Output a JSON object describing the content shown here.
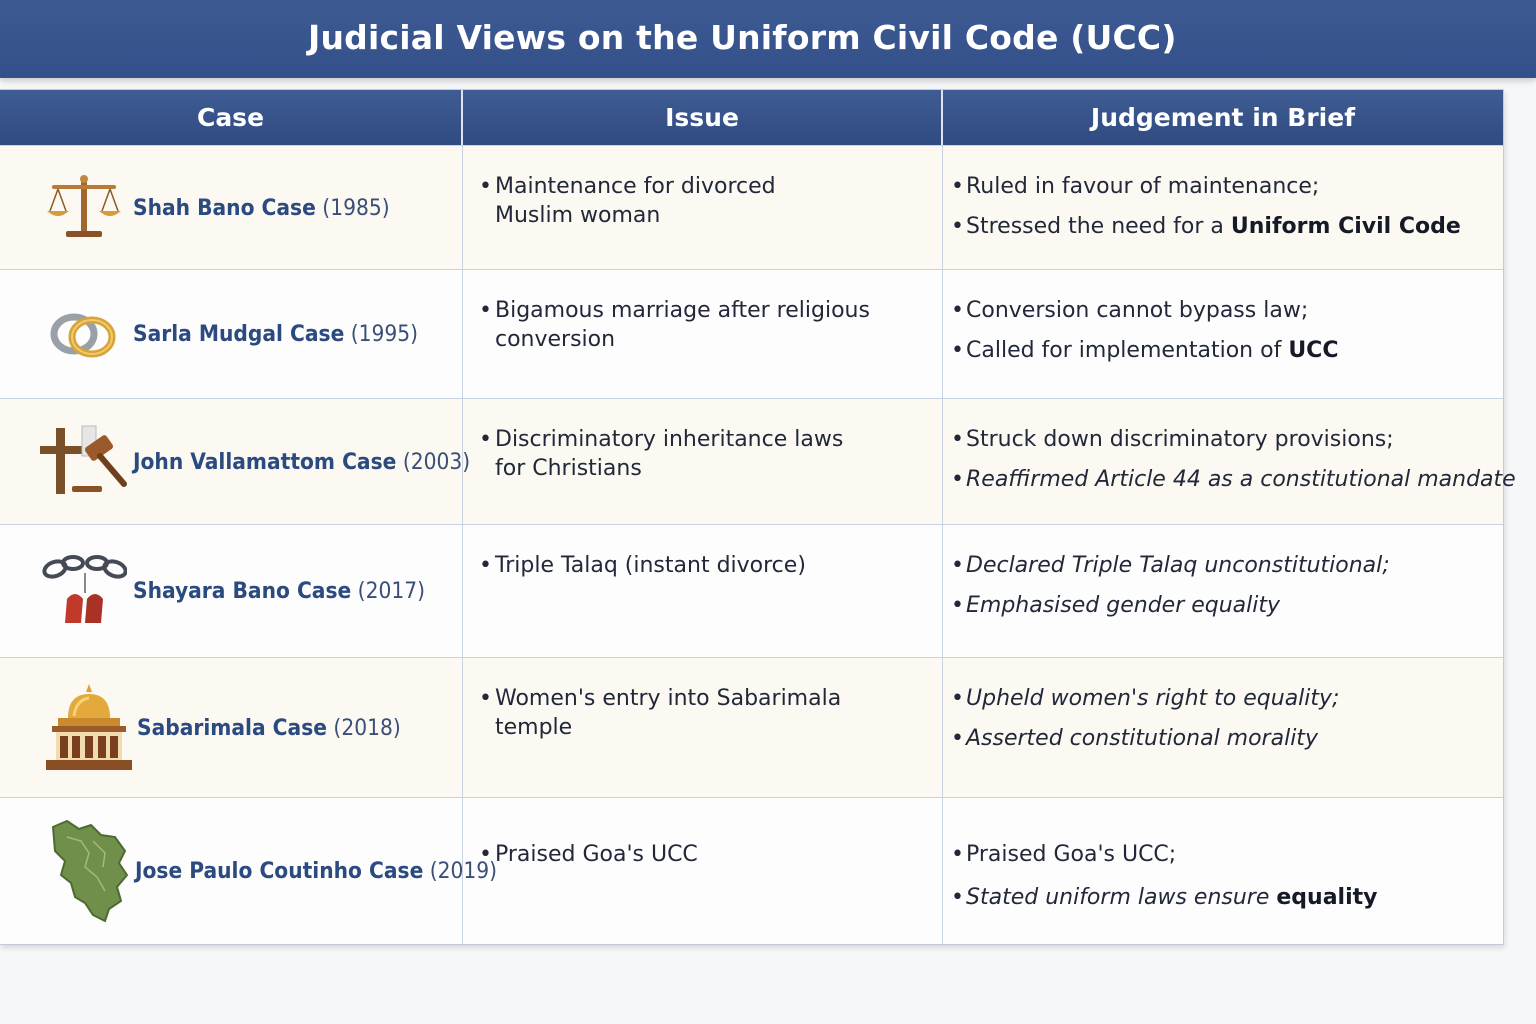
{
  "title": "Judicial Views on the Uniform Civil Code (UCC)",
  "table": {
    "headers": [
      "Case",
      "Issue",
      "Judgement in Brief"
    ],
    "rows": [
      {
        "icon": "scales-of-justice-icon",
        "case_name": "Shah Bano Case",
        "year": "(1985)",
        "issue": [
          "Maintenance for divorced",
          "Muslim woman"
        ],
        "judgement": [
          {
            "pre": "Ruled in favour of maintenance;",
            "bold": "",
            "post": ""
          },
          {
            "pre": "Stressed the need for a ",
            "bold": "Uniform Civil Code",
            "post": ""
          }
        ]
      },
      {
        "icon": "wedding-rings-icon",
        "case_name": "Sarla Mudgal Case",
        "year": "(1995)",
        "issue": [
          "Bigamous marriage after religious",
          "conversion"
        ],
        "judgement": [
          {
            "pre": "Conversion cannot bypass law;",
            "bold": "",
            "post": ""
          },
          {
            "pre": "Called for implementation of ",
            "bold": "UCC",
            "post": ""
          }
        ]
      },
      {
        "icon": "cross-and-gavel-icon",
        "case_name": "John Vallamattom Case",
        "year": "(2003)",
        "issue": [
          "Discriminatory inheritance laws",
          "for Christians"
        ],
        "judgement": [
          {
            "pre": "Struck down discriminatory provisions;",
            "bold": "",
            "post": ""
          },
          {
            "pre": "Reaffirmed Article 44 as a constitutional mandate",
            "bold": "",
            "post": ""
          }
        ]
      },
      {
        "icon": "broken-chain-icon",
        "case_name": "Shayara Bano Case",
        "year": "(2017)",
        "issue": [
          "Triple Talaq (instant divorce)"
        ],
        "judgement": [
          {
            "pre": "Declared Triple Talaq unconstitutional;",
            "bold": "",
            "post": ""
          },
          {
            "pre": "Emphasised gender equality",
            "bold": "",
            "post": ""
          }
        ]
      },
      {
        "icon": "temple-icon",
        "case_name": "Sabarimala Case",
        "year": "(2018)",
        "issue": [
          "Women's entry into Sabarimala temple"
        ],
        "judgement": [
          {
            "pre": "Upheld women's right to equality;",
            "bold": "",
            "post": ""
          },
          {
            "pre": "Asserted constitutional morality",
            "bold": "",
            "post": ""
          }
        ]
      },
      {
        "icon": "goa-map-icon",
        "case_name": "Jose Paulo Coutinho Case",
        "year": "(2019)",
        "issue": [
          "Praised Goa's UCC"
        ],
        "judgement": [
          {
            "pre": "Praised Goa's UCC;",
            "bold": "",
            "post": ""
          },
          {
            "pre": "Stated uniform laws ensure ",
            "bold": "equality",
            "post": ""
          }
        ]
      }
    ]
  },
  "colors": {
    "banner": "#3d5a93",
    "header": "#34508a",
    "case_text": "#2b4a80",
    "row_alt": "#fcf9f2"
  }
}
